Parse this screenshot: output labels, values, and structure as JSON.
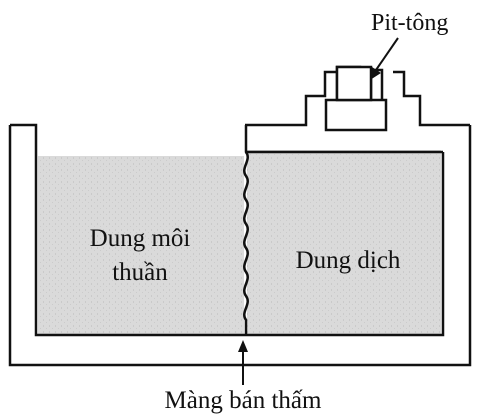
{
  "labels": {
    "piston": "Pit-tông",
    "solvent_line1": "Dung môi",
    "solvent_line2": "thuần",
    "solution": "Dung dịch",
    "membrane": "Màng bán thấm"
  },
  "colors": {
    "outline": "#111111",
    "liquid": "#d9d9d9",
    "background": "#ffffff"
  }
}
